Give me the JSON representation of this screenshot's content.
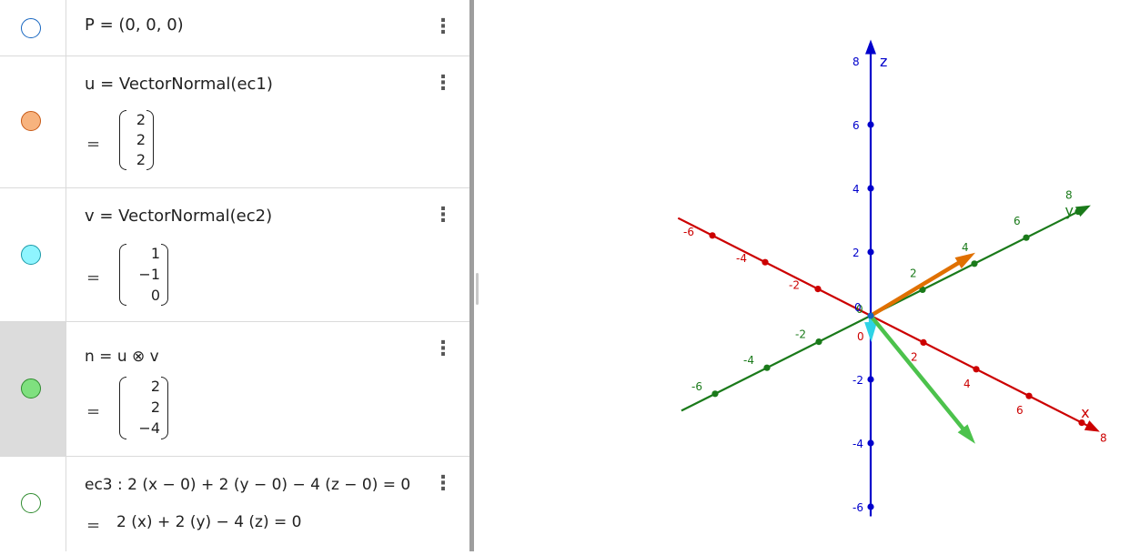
{
  "algebra": {
    "rows": [
      {
        "name": "P",
        "definition": "P = (0, 0, 0)",
        "marble_color": "#ffffff",
        "marble_border": "#1565c0"
      },
      {
        "name": "u",
        "definition": "u  =  VectorNormal(ec1)",
        "result_eq": "=",
        "vector": [
          "2",
          "2",
          "2"
        ],
        "marble_color": "#f7b37e",
        "marble_border": "#c85a16"
      },
      {
        "name": "v",
        "definition": "v  =  VectorNormal(ec2)",
        "result_eq": "=",
        "vector": [
          "1",
          "−1",
          "0"
        ],
        "marble_color": "#8ff5ff",
        "marble_border": "#1a9aa8"
      },
      {
        "name": "n",
        "definition": "n  =  u ⊗  v",
        "result_eq": "=",
        "vector": [
          "2",
          "2",
          "−4"
        ],
        "marble_color": "#7fe07f",
        "marble_border": "#2e8b2e",
        "selected": true
      },
      {
        "name": "ec3",
        "definition": "ec3 : 2 (x − 0) + 2 (y − 0) − 4 (z − 0)  =  0",
        "result_eq": "=",
        "result": "2 (x) + 2 (y) − 4 (z)  =  0",
        "marble_color": "#ffffff",
        "marble_border": "#2e8b2e"
      }
    ]
  },
  "menu_icon": "more-vert-icon",
  "view3d": {
    "axes": {
      "x": {
        "label": "x",
        "color": "#cc0000",
        "ticks": [
          "-6",
          "-4",
          "-2",
          "0",
          "2",
          "4",
          "6",
          "8"
        ]
      },
      "y": {
        "label": "y",
        "color": "#1a7a1a",
        "ticks": [
          "-6",
          "-4",
          "-2",
          "0",
          "2",
          "4",
          "6",
          "8"
        ]
      },
      "z": {
        "label": "z",
        "color": "#0000cc",
        "ticks": [
          "-6",
          "-4",
          "-2",
          "0",
          "2",
          "4",
          "6",
          "8"
        ]
      }
    },
    "vectors": [
      {
        "name": "u",
        "components": [
          2,
          2,
          2
        ],
        "color": "#e07000"
      },
      {
        "name": "v",
        "components": [
          1,
          -1,
          0
        ],
        "color": "#2ed3e6"
      },
      {
        "name": "n",
        "components": [
          2,
          2,
          -4
        ],
        "color": "#4cc24c"
      }
    ],
    "point": {
      "name": "P",
      "coords": [
        0,
        0,
        0
      ]
    }
  }
}
